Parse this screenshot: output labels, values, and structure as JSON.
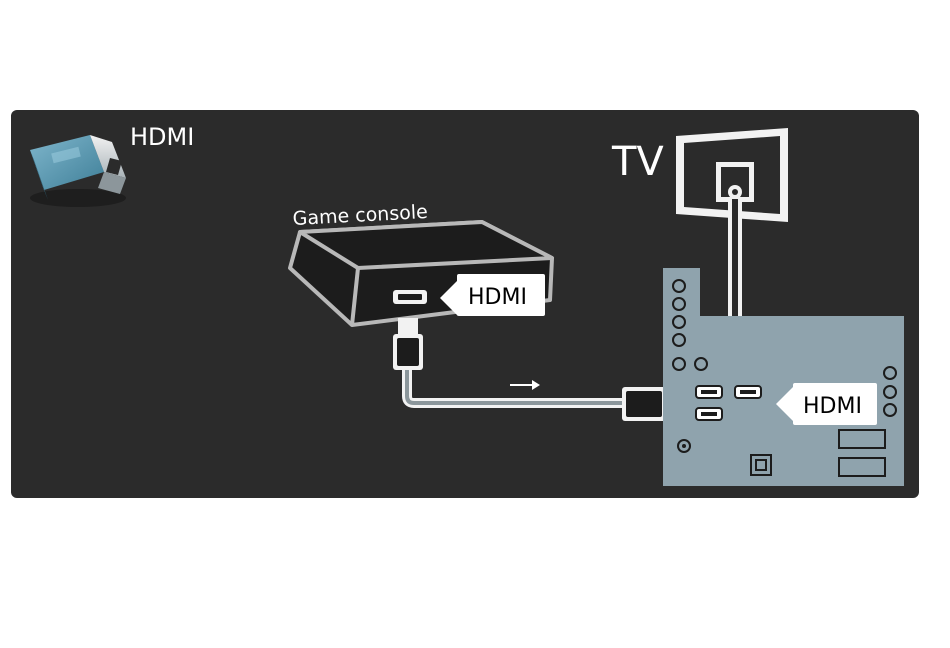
{
  "diagram": {
    "legend_label": "HDMI",
    "tv_label": "TV",
    "device_label": "Game console",
    "device_port_tag": "HDMI",
    "tv_port_tag": "HDMI",
    "direction": "right-arrow"
  },
  "colors": {
    "panel": "#2b2b2b",
    "connector_panel": "#8fa3ad",
    "cable": "#c9d3d8",
    "plug_accent": "#5b93a8"
  }
}
